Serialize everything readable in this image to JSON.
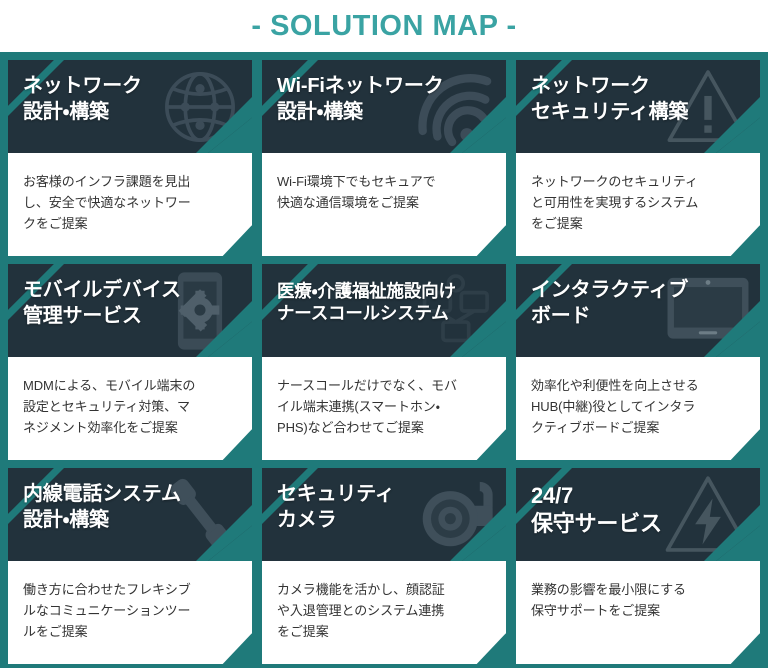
{
  "header": {
    "title": "- SOLUTION MAP -",
    "title_color": "#3aa3a3"
  },
  "theme": {
    "background": "#1f7a7a",
    "card_header_bg": "#22323c",
    "card_body_bg": "#ffffff",
    "title_text_color": "#ffffff",
    "desc_text_color": "#333333"
  },
  "cards": [
    {
      "title": "ネットワーク\n設計・構築",
      "desc": "お客様のインフラ課題を見出\nし、安全で快適なネットワー\nクをご提案",
      "icon": "globe-icon"
    },
    {
      "title": "Wi-Fiネットワーク\n設計・構築",
      "desc": "Wi-Fi環境下でもセキュアで\n快適な通信環境をご提案",
      "icon": "wifi-signal-icon"
    },
    {
      "title": "ネットワーク\nセキュリティ構築",
      "desc": "ネットワークのセキュリティ\nと可用性を実現するシステム\nをご提案",
      "icon": "warning-triangle-icon"
    },
    {
      "title": "モバイルデバイス\n管理サービス",
      "desc": "MDMによる、モバイル端末の\n設定とセキュリティ対策、マ\nネジメント効率化をご提案",
      "icon": "smartphone-gear-icon"
    },
    {
      "title": "医療・介護福祉施設向け\nナースコールシステム",
      "desc": "ナースコールだけでなく、モバ\nイル端末連携(スマートホン・\nPHS)など合わせてご提案",
      "icon": "nurse-call-icon"
    },
    {
      "title": "インタラクティブ\nボード",
      "desc": "効率化や利便性を向上させる\nHUB(中継)役としてインタラ\nクティブボードご提案",
      "icon": "tablet-board-icon"
    },
    {
      "title": "内線電話システム\n設計・構築",
      "desc": "働き方に合わせたフレキシブ\nルなコミュニケーションツー\nルをご提案",
      "icon": "telephone-handset-icon"
    },
    {
      "title": "セキュリティ\nカメラ",
      "desc": "カメラ機能を活かし、顔認証\nや入退管理とのシステム連携\nをご提案",
      "icon": "security-camera-icon"
    },
    {
      "title": "24/7\n保守サービス",
      "desc": "業務の影響を最小限にする\n保守サポートをご提案",
      "icon": "lightning-triangle-icon"
    }
  ]
}
